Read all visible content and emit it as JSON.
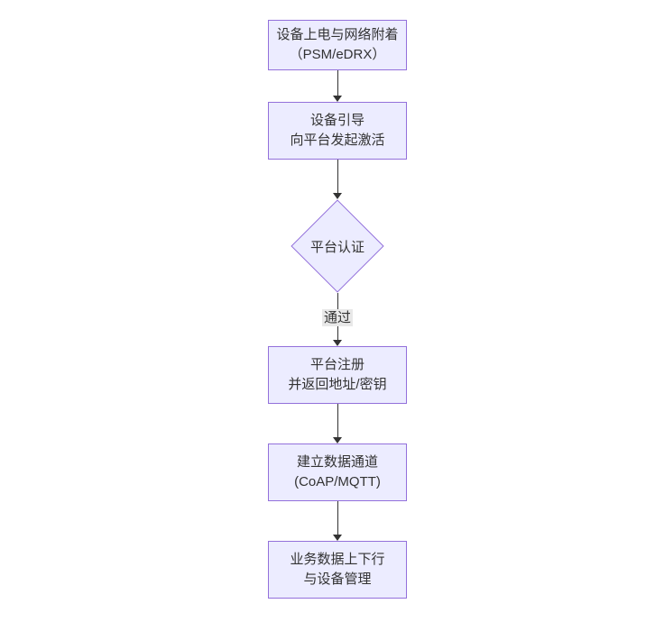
{
  "diagram": {
    "type": "flowchart",
    "direction": "top-down",
    "colors": {
      "background": "#ffffff",
      "node_fill": "#ECECFF",
      "node_border": "#9370DB",
      "text": "#333333",
      "line": "#333333",
      "edge_label_bg": "#e8e8e8"
    },
    "nodes": [
      {
        "id": "power-attach",
        "shape": "rect",
        "line1": "设备上电与网络附着",
        "line2": "（PSM/eDRX）"
      },
      {
        "id": "bootstrap",
        "shape": "rect",
        "line1": "设备引导",
        "line2": "向平台发起激活"
      },
      {
        "id": "auth",
        "shape": "diamond",
        "line1": "平台认证"
      },
      {
        "id": "register",
        "shape": "rect",
        "line1": "平台注册",
        "line2": "并返回地址/密钥"
      },
      {
        "id": "channel",
        "shape": "rect",
        "line1": "建立数据通道",
        "line2": "(CoAP/MQTT)"
      },
      {
        "id": "business",
        "shape": "rect",
        "line1": "业务数据上下行",
        "line2": "与设备管理"
      }
    ],
    "edges": [
      {
        "from": "power-attach",
        "to": "bootstrap",
        "label": ""
      },
      {
        "from": "bootstrap",
        "to": "auth",
        "label": ""
      },
      {
        "from": "auth",
        "to": "register",
        "label": "通过"
      },
      {
        "from": "register",
        "to": "channel",
        "label": ""
      },
      {
        "from": "channel",
        "to": "business",
        "label": ""
      }
    ]
  }
}
